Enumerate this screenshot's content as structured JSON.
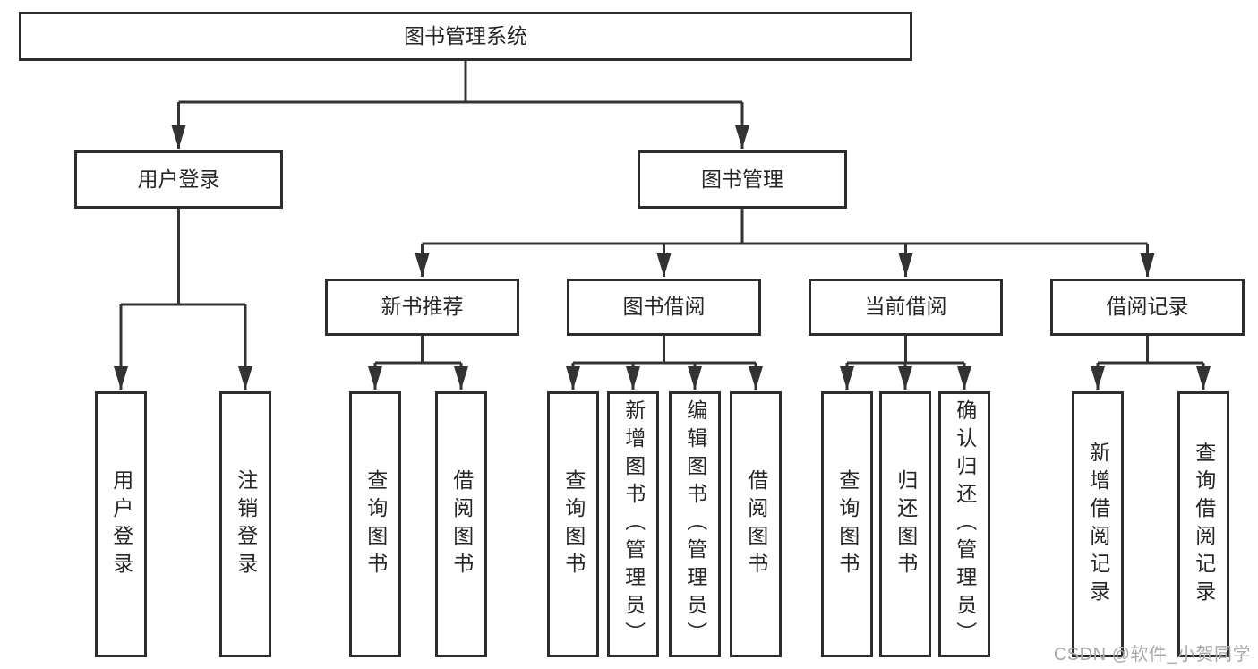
{
  "diagram": {
    "root": {
      "label": "图书管理系统"
    },
    "level2": [
      {
        "label": "用户登录"
      },
      {
        "label": "图书管理"
      }
    ],
    "level3": [
      {
        "label": "新书推荐"
      },
      {
        "label": "图书借阅"
      },
      {
        "label": "当前借阅"
      },
      {
        "label": "借阅记录"
      }
    ],
    "leaves": [
      {
        "label": "用户登录"
      },
      {
        "label": "注销登录"
      },
      {
        "label": "查询图书"
      },
      {
        "label": "借阅图书"
      },
      {
        "label": "查询图书"
      },
      {
        "label": "新增图书（管理员）"
      },
      {
        "label": "编辑图书（管理员）"
      },
      {
        "label": "借阅图书"
      },
      {
        "label": "查询图书"
      },
      {
        "label": "归还图书"
      },
      {
        "label": "确认归还（管理员）"
      },
      {
        "label": "新增借阅记录"
      },
      {
        "label": "查询借阅记录"
      }
    ],
    "colors": {
      "line": "#333333",
      "box_border": "#2d2d2d",
      "text": "#262626",
      "background": "#ffffff",
      "watermark": "#a9a9a9"
    }
  },
  "watermark": {
    "text": "CSDN @软件_小贺同学"
  }
}
